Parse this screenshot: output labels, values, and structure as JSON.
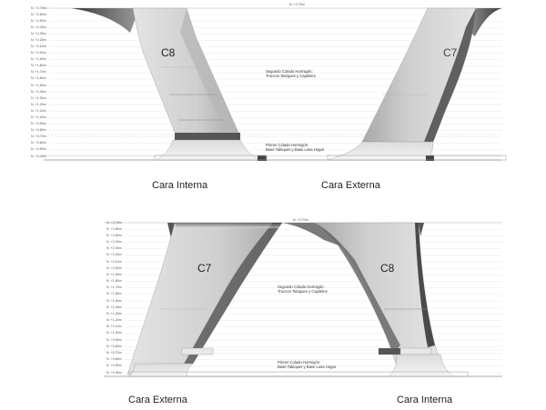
{
  "top": {
    "labels": {
      "left_column": "C8",
      "right_column": "C7"
    },
    "captions": {
      "left": "Cara Interna",
      "right": "Cara Externa"
    },
    "notes": {
      "second_pour": [
        "Segundo Colado Hormigón:",
        "Troncos Tabiques y Capiteles"
      ],
      "first_pour": [
        "Primer Colado Hormigón:",
        "Base Tabiques y Base Losa Hogar"
      ]
    },
    "top_level": "N. +2,70m",
    "levels": [
      "N. +2,70m",
      "N. +2,60m",
      "N. +2,50m",
      "N. +2,40m",
      "N. +2,30m",
      "N. +2,20m",
      "N. +2,10m",
      "N. +2,00m",
      "N. +1,90m",
      "N. +1,80m",
      "N. +1,70m",
      "N. +1,60m",
      "N. +1,50m",
      "N. +1,40m",
      "N. +1,30m",
      "N. +1,20m",
      "N. +1,10m",
      "N. +1,00m",
      "N. +0,90m",
      "N. +0,80m",
      "N. +0,70m",
      "N. +0,60m",
      "N. +0,50m",
      "N. +0,40m"
    ]
  },
  "bottom": {
    "labels": {
      "left_column": "C7",
      "right_column": "C8"
    },
    "captions": {
      "left": "Cara Externa",
      "right": "Cara Interna"
    },
    "notes": {
      "second_pour": [
        "Segundo Colado Hormigón:",
        "Troncos Tabiques y Capiteles"
      ],
      "first_pour": [
        "Primer Colado Hormigón:",
        "Base Tabiques y Base Losa Hogar"
      ]
    },
    "top_level": "N. +2,70m",
    "levels": [
      "N. +2,70m",
      "N. +2,60m",
      "N. +2,50m",
      "N. +2,40m",
      "N. +2,30m",
      "N. +2,20m",
      "N. +2,10m",
      "N. +2,00m",
      "N. +1,90m",
      "N. +1,80m",
      "N. +1,70m",
      "N. +1,60m",
      "N. +1,50m",
      "N. +1,40m",
      "N. +1,30m",
      "N. +1,20m",
      "N. +1,10m",
      "N. +1,00m",
      "N. +0,90m",
      "N. +0,80m",
      "N. +0,70m",
      "N. +0,60m",
      "N. +0,50m",
      "N. +0,40m"
    ]
  },
  "colors": {
    "concrete_light": "#f2f2f2",
    "concrete_mid": "#d9d9d9",
    "concrete_dark": "#5a5a5a",
    "line": "#9a9a9a"
  }
}
